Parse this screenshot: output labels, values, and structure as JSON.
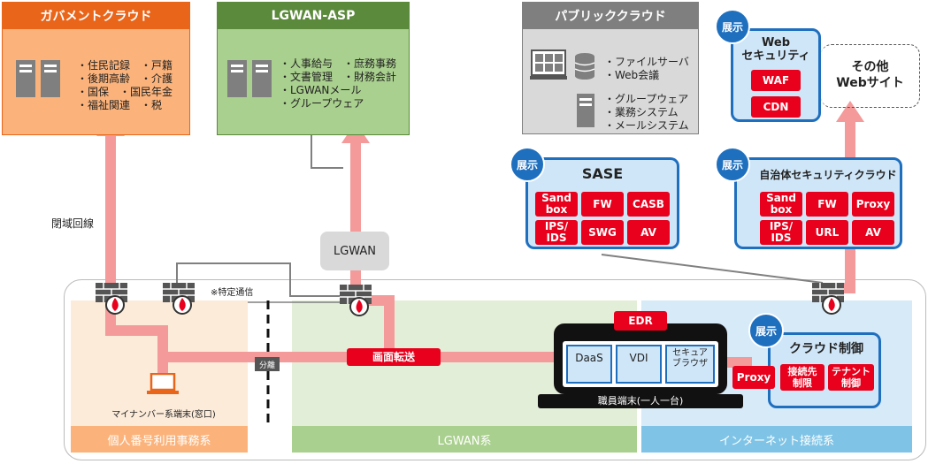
{
  "gov_cloud": {
    "title": "ガバメントクラウド",
    "items": "・住民記録　・戸籍\n・後期高齢　・介護\n・国保　・国民年金\n・福祉関連　・税"
  },
  "lgwan_asp": {
    "title": "LGWAN-ASP",
    "items": "・人事給与　・庶務事務\n・文書管理　・財務会計\n・LGWANメール\n・グループウェア"
  },
  "public_cloud": {
    "title": "パブリッククラウド",
    "items_top": "・ファイルサーバ\n・Web会議",
    "items_bottom": "・グループウェア\n・業務システム\n・メールシステム"
  },
  "web_security": {
    "badge": "展示",
    "title": "Web\nセキュリティ",
    "chips": [
      "WAF",
      "CDN"
    ]
  },
  "other_web": {
    "label": "その他\nWebサイト"
  },
  "sase": {
    "badge": "展示",
    "title": "SASE",
    "chips": [
      "Sand\nbox",
      "FW",
      "CASB",
      "IPS/\nIDS",
      "SWG",
      "AV"
    ]
  },
  "muni_cloud": {
    "badge": "展示",
    "title": "自治体セキュリティクラウド",
    "chips": [
      "Sand\nbox",
      "FW",
      "Proxy",
      "IPS/\nIDS",
      "URL",
      "AV"
    ]
  },
  "closed_line": "閉域回線",
  "lgwan_node": "LGWAN",
  "special_comm": "※特定通信",
  "mynumber_terminal": "マイナンバー系端末(窓口)",
  "separation": "分離",
  "screen_transfer": "画面転送",
  "edr": "EDR",
  "staff_terminal": {
    "apps": [
      "DaaS",
      "VDI",
      "セキュア\nブラウザ"
    ],
    "label": "職員端末(一人一台)"
  },
  "cloud_control": {
    "badge": "展示",
    "title": "クラウド制御",
    "chips": [
      "Proxy",
      "接続先\n制限",
      "テナント\n制御"
    ]
  },
  "zones": {
    "individual": "個人番号利用事務系",
    "lgwan": "LGWAN系",
    "internet": "インターネット接続系"
  },
  "colors": {
    "orange_header": "#e9651a",
    "orange_fill": "#fbb37b",
    "green_header": "#5b8a3c",
    "green_fill": "#a9d08e",
    "gray_header": "#7f7f7f",
    "gray_fill": "#d9d9d9",
    "blue": "#1f6fbf",
    "blue_fill": "#cfe6f8",
    "red": "#e8001c",
    "arrow": "#f49a9a"
  }
}
